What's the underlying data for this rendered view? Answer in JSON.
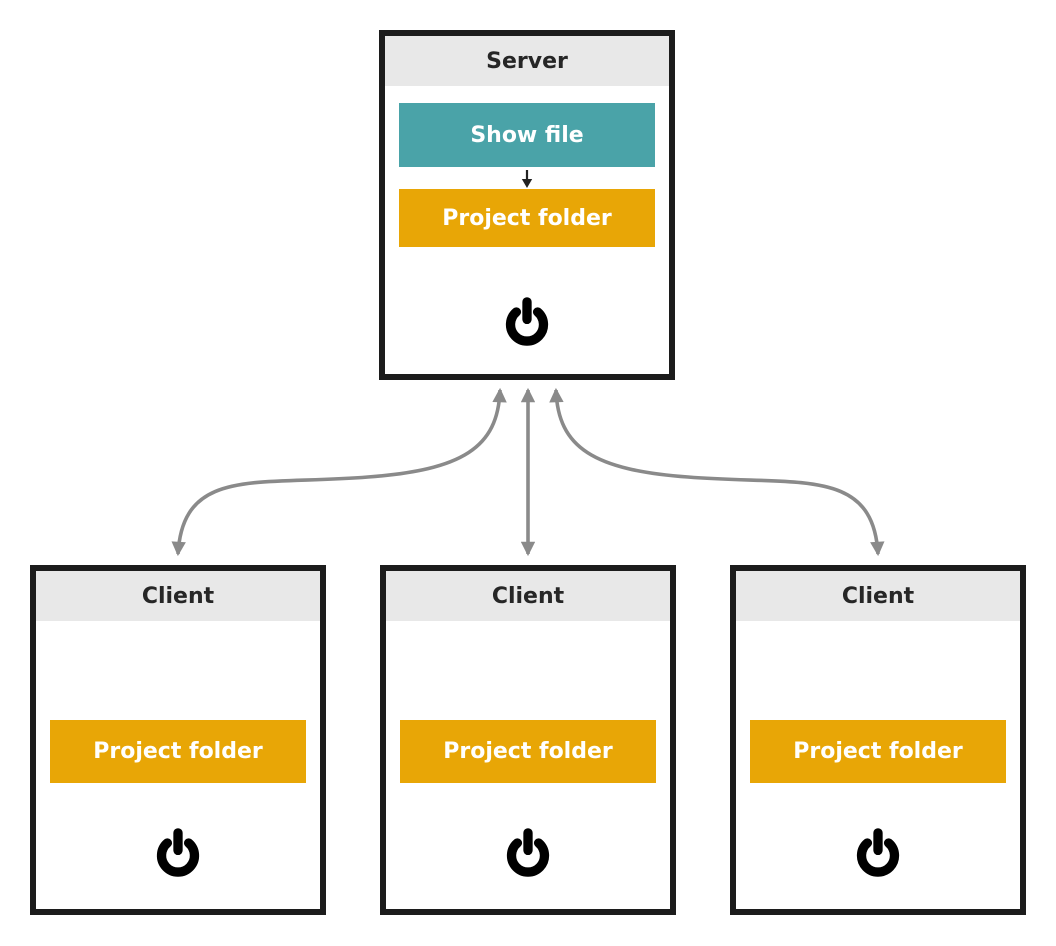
{
  "theme": {
    "teal": "#4aa3a8",
    "orange": "#e8a606",
    "header-bg": "#e8e8e8",
    "border": "#1c1c1c",
    "arrow": "#8a8a8a",
    "text-dark": "#262626",
    "text-light": "#ffffff",
    "bg": "#ffffff"
  },
  "server": {
    "title": "Server",
    "show_file_label": "Show file",
    "project_folder_label": "Project folder",
    "power_icon": "power-icon",
    "internal_arrow": "down-arrow-icon from Show file to Project folder"
  },
  "clients": [
    {
      "title": "Client",
      "project_folder_label": "Project folder",
      "power_icon": "power-icon"
    },
    {
      "title": "Client",
      "project_folder_label": "Project folder",
      "power_icon": "power-icon"
    },
    {
      "title": "Client",
      "project_folder_label": "Project folder",
      "power_icon": "power-icon"
    }
  ],
  "connections": [
    {
      "from": "Server",
      "to": "Client 1",
      "type": "bidirectional-curved-arrow"
    },
    {
      "from": "Server",
      "to": "Client 2",
      "type": "bidirectional-straight-arrow"
    },
    {
      "from": "Server",
      "to": "Client 3",
      "type": "bidirectional-curved-arrow"
    }
  ],
  "icons": {
    "power": "power-icon (circle with gap and vertical bar)",
    "down_arrow": "small solid black down arrow"
  }
}
